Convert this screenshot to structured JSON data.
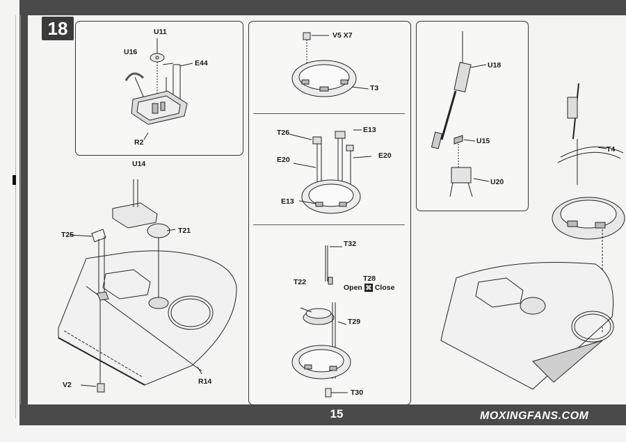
{
  "page": {
    "step_number": "18",
    "page_number": "15",
    "watermark": "MOXINGFANS.COM"
  },
  "inset_top_left": {
    "labels": [
      "U11",
      "U16",
      "E44",
      "R2"
    ]
  },
  "panel_center": {
    "section1": {
      "labels": [
        "V5 X7",
        "T3"
      ]
    },
    "section2": {
      "labels": [
        "T26",
        "E13",
        "E20",
        "E20",
        "E13"
      ]
    },
    "section3": {
      "labels": [
        "T32",
        "T22",
        "T28",
        "T29",
        "T30"
      ],
      "open_label": "Open",
      "close_label": "Close"
    }
  },
  "panel_right": {
    "labels": [
      "U18",
      "U15",
      "U20"
    ]
  },
  "main_assembly": {
    "labels": [
      "U14",
      "T21",
      "T25",
      "R14",
      "V2"
    ]
  },
  "right_assembly": {
    "labels": [
      "T4"
    ]
  }
}
